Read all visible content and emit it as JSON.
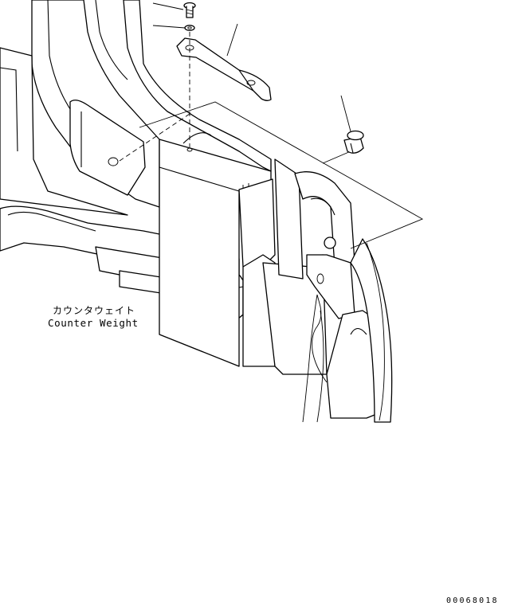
{
  "labels": {
    "counterweight_jp": "カウンタウェイト",
    "counterweight_en": "Counter Weight"
  },
  "drawing_code": "00068018",
  "colors": {
    "line": "#000000",
    "background": "#ffffff"
  }
}
